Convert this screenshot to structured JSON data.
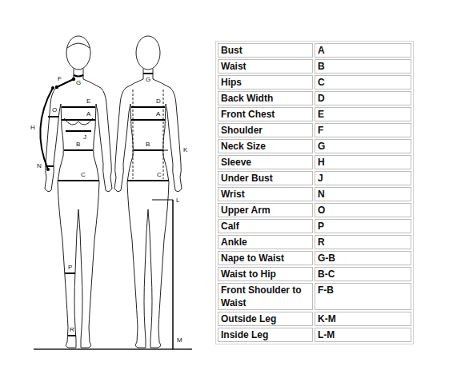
{
  "diagram": {
    "labels": [
      "F",
      "G",
      "E",
      "O",
      "A",
      "H",
      "J",
      "B",
      "N",
      "C",
      "P",
      "R",
      "G",
      "D",
      "A",
      "B",
      "K",
      "C",
      "L",
      "M",
      "Bust",
      "A",
      "Waist",
      "B",
      "Hips",
      "C",
      "Back Width",
      "D",
      "Front Chest",
      "E",
      "Shoulder",
      "F",
      "Neck Size",
      "G",
      "Sleeve",
      "H",
      "Under Bust",
      "J",
      "Wrist",
      "N",
      "Upper Arm",
      "O",
      "Calf",
      "P",
      "Ankle",
      "R",
      "Nape to Waist",
      "G-B",
      "Waist to Hip",
      "B-C",
      "Front Shoulder to Waist",
      "F-B",
      "Outside Leg",
      "K-M",
      "Inside Leg",
      "L-M"
    ]
  }
}
